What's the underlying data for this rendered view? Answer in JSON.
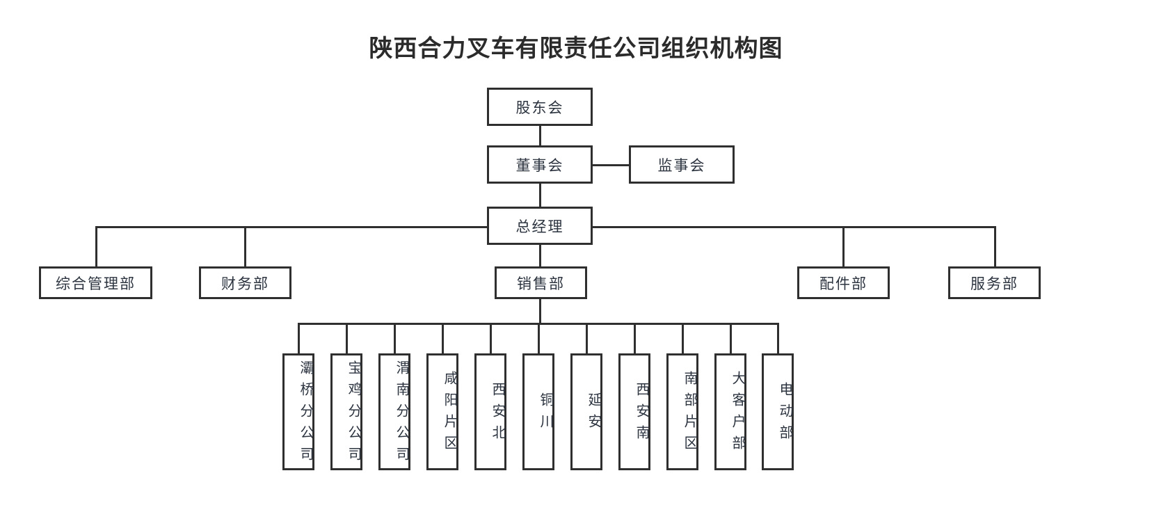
{
  "document": {
    "title": "陕西合力叉车有限责任公司组织机构图",
    "type": "organization-chart",
    "language": "zh-CN"
  },
  "colors": {
    "border": "#2f2f2f",
    "text": "#2c3440",
    "title_text": "#2b2b2b",
    "background": "#ffffff"
  },
  "nodes": {
    "shareholders": {
      "label": "股东会",
      "level": 1
    },
    "board_of_directors": {
      "label": "董事会",
      "level": 2
    },
    "board_of_supervisors": {
      "label": "监事会",
      "level": 2
    },
    "general_manager": {
      "label": "总经理",
      "level": 3
    }
  },
  "departments": [
    {
      "id": "general-management",
      "label": "综合管理部"
    },
    {
      "id": "finance",
      "label": "财务部"
    },
    {
      "id": "sales",
      "label": "销售部"
    },
    {
      "id": "parts",
      "label": "配件部"
    },
    {
      "id": "service",
      "label": "服务部"
    }
  ],
  "sales_units": [
    {
      "id": "baqiao-branch",
      "label": "灞桥分公司"
    },
    {
      "id": "baoji-branch",
      "label": "宝鸡分公司"
    },
    {
      "id": "weinan-branch",
      "label": "渭南分公司"
    },
    {
      "id": "xianyang-area",
      "label": "咸阳片区"
    },
    {
      "id": "xian-north",
      "label": "西安北"
    },
    {
      "id": "tongchuan",
      "label": "铜川"
    },
    {
      "id": "yanan",
      "label": "延安"
    },
    {
      "id": "xian-south",
      "label": "西安南"
    },
    {
      "id": "south-area",
      "label": "南部片区"
    },
    {
      "id": "key-accounts",
      "label": "大客户部"
    },
    {
      "id": "electric",
      "label": "电动部"
    }
  ]
}
